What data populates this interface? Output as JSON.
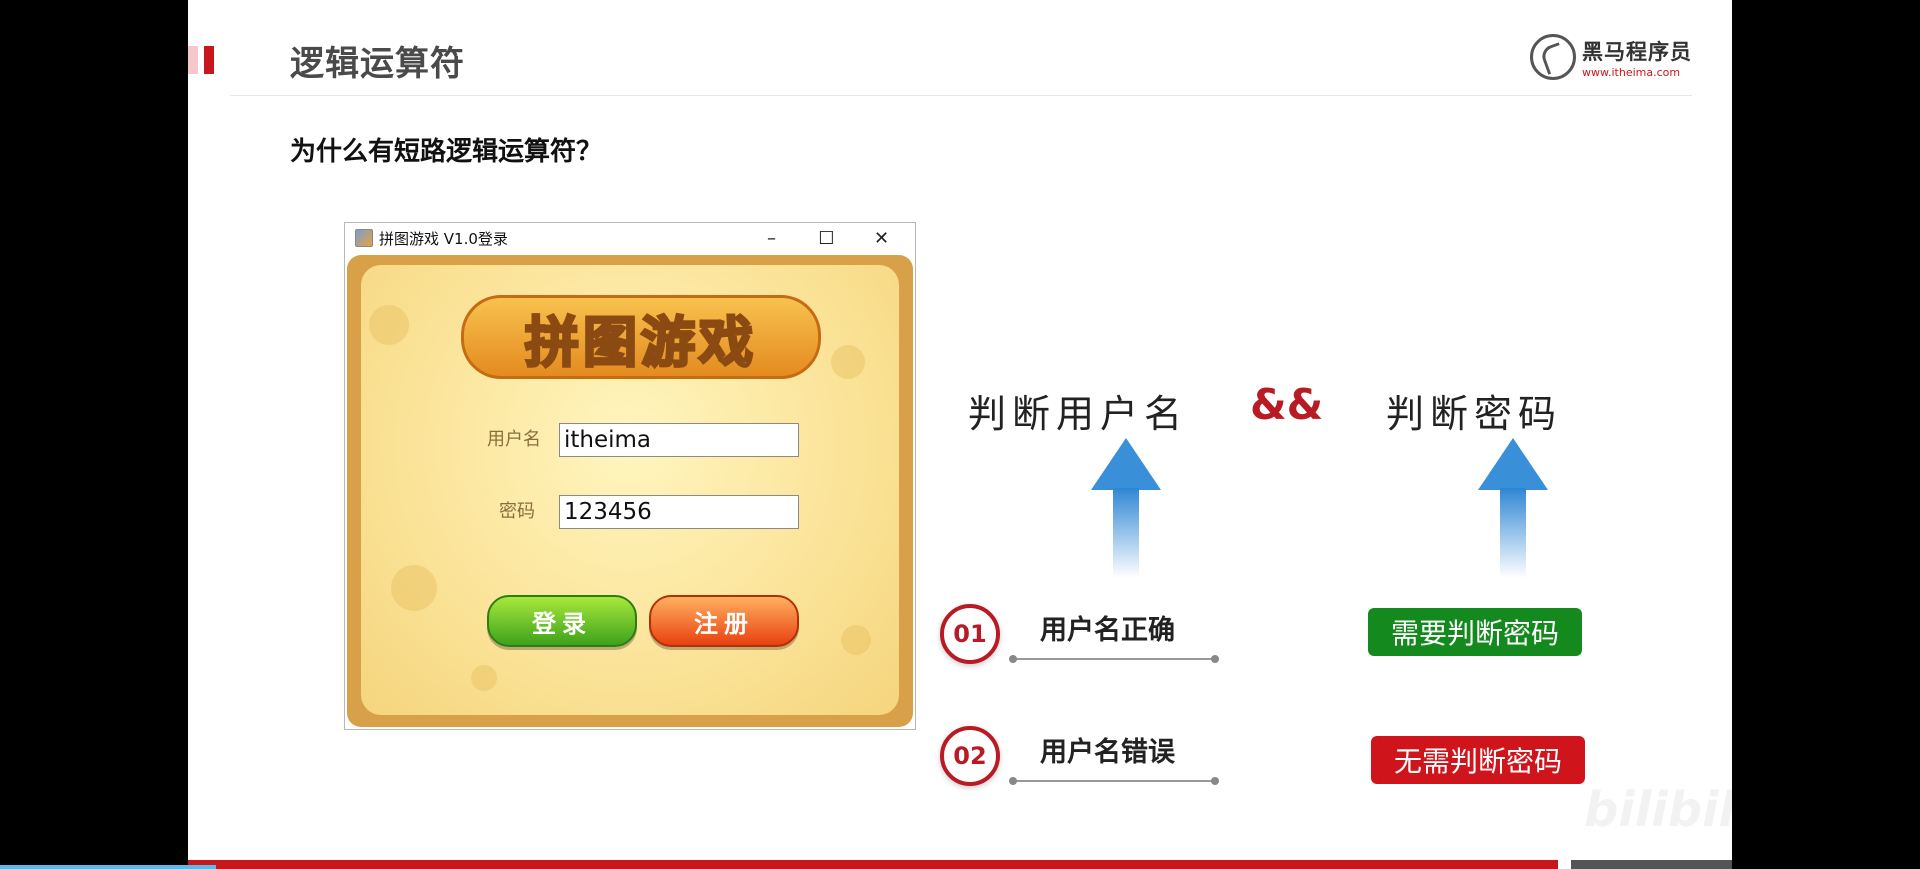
{
  "slide": {
    "title": "逻辑运算符",
    "subtitle": "为什么有短路逻辑运算符？",
    "logo": {
      "cn": "黑马程序员",
      "url": "www.itheima.com"
    }
  },
  "window": {
    "title": "拼图游戏 V1.0登录",
    "controls": {
      "minimize": "–",
      "maximize": "☐",
      "close": "✕"
    },
    "banner": "拼图游戏",
    "username_label": "用户名",
    "username_value": "itheima",
    "password_label": "密码",
    "password_value": "123456",
    "login_button": "登录",
    "register_button": "注册"
  },
  "logic": {
    "left_label": "判断用户名",
    "operator": "&&",
    "right_label": "判断密码",
    "cases": [
      {
        "number": "01",
        "text": "用户名正确",
        "result": "需要判断密码",
        "result_color": "#148a1e"
      },
      {
        "number": "02",
        "text": "用户名错误",
        "result": "无需判断密码",
        "result_color": "#d0141b"
      }
    ]
  },
  "watermark": "bilibili",
  "colors": {
    "accent": "#c8161d",
    "arrow": "#3a8fd9"
  }
}
